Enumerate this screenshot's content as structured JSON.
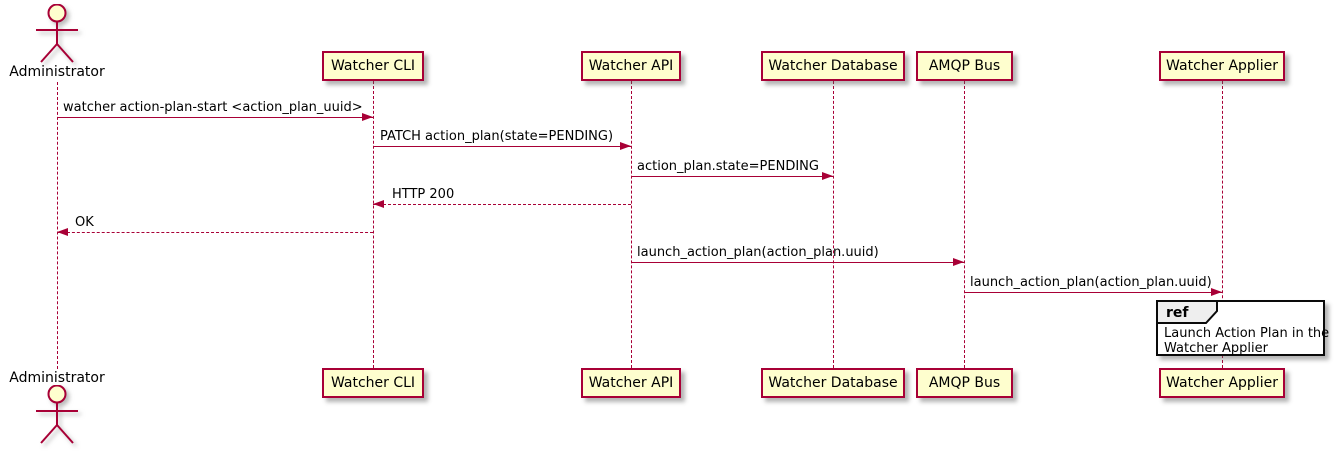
{
  "diagram_type": "uml-sequence",
  "colors": {
    "background": "#FFFFFF",
    "participant_fill": "#FEFECE",
    "stroke": "#A80036",
    "text": "#000000",
    "ref_background": "#FFFFFF",
    "ref_border": "#000000",
    "ref_tab_fill": "#EEEEEE"
  },
  "lifelines": [
    {
      "label": "Administrator",
      "type": "actor"
    },
    {
      "label": "Watcher CLI",
      "type": "participant"
    },
    {
      "label": "Watcher API",
      "type": "participant"
    },
    {
      "label": "Watcher Database",
      "type": "participant"
    },
    {
      "label": "AMQP Bus",
      "type": "participant"
    },
    {
      "label": "Watcher Applier",
      "type": "participant"
    }
  ],
  "messages": [
    {
      "from": "Administrator",
      "to": "Watcher CLI",
      "label": "watcher action-plan-start <action_plan_uuid>",
      "line": "solid"
    },
    {
      "from": "Watcher CLI",
      "to": "Watcher API",
      "label": "PATCH action_plan(state=PENDING)",
      "line": "solid"
    },
    {
      "from": "Watcher API",
      "to": "Watcher Database",
      "label": "action_plan.state=PENDING",
      "line": "solid"
    },
    {
      "from": "Watcher API",
      "to": "Watcher CLI",
      "label": "HTTP 200",
      "line": "dashed"
    },
    {
      "from": "Watcher CLI",
      "to": "Administrator",
      "label": "OK",
      "line": "dashed"
    },
    {
      "from": "Watcher API",
      "to": "AMQP Bus",
      "label": "launch_action_plan(action_plan.uuid)",
      "line": "solid"
    },
    {
      "from": "AMQP Bus",
      "to": "Watcher Applier",
      "label": "launch_action_plan(action_plan.uuid)",
      "line": "solid"
    }
  ],
  "ref": {
    "keyword": "ref",
    "lines": [
      "Launch Action Plan in the",
      "Watcher Applier"
    ],
    "over": "Watcher Applier"
  }
}
